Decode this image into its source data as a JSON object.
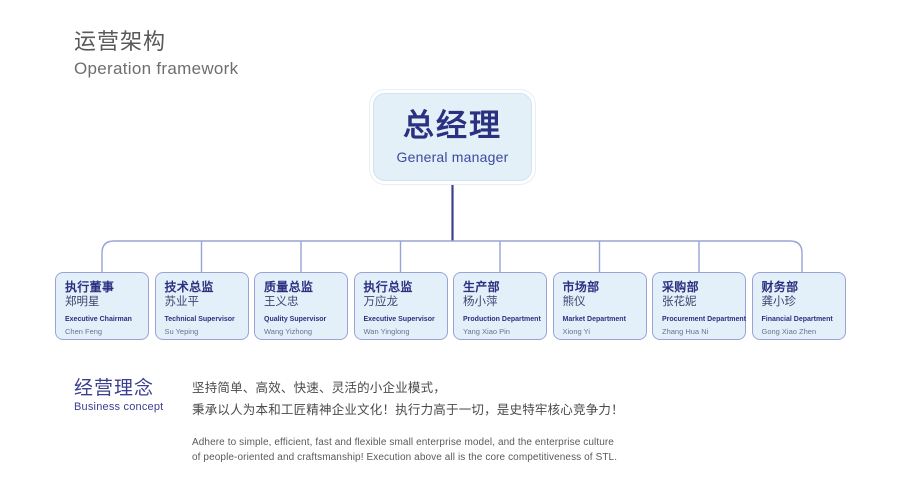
{
  "header": {
    "title_zh": "运营架构",
    "title_en": "Operation framework"
  },
  "root": {
    "title_zh": "总经理",
    "title_en": "General manager"
  },
  "departments": [
    {
      "title_zh": "执行董事",
      "name_zh": "郑明星",
      "title_en": "Executive Chairman",
      "name_en": "Chen Feng"
    },
    {
      "title_zh": "技术总监",
      "name_zh": "苏业平",
      "title_en": "Technical Supervisor",
      "name_en": "Su Yeping"
    },
    {
      "title_zh": "质量总监",
      "name_zh": "王义忠",
      "title_en": "Quality Supervisor",
      "name_en": "Wang Yizhong"
    },
    {
      "title_zh": "执行总监",
      "name_zh": "万应龙",
      "title_en": "Executive Supervisor",
      "name_en": "Wan Yinglong"
    },
    {
      "title_zh": "生产部",
      "name_zh": "杨小萍",
      "title_en": "Production Department",
      "name_en": "Yang Xiao Pin"
    },
    {
      "title_zh": "市场部",
      "name_zh": "熊仪",
      "title_en": "Market Department",
      "name_en": "Xiong Yi"
    },
    {
      "title_zh": "采购部",
      "name_zh": "张花妮",
      "title_en": "Procurement Department",
      "name_en": "Zhang Hua Ni"
    },
    {
      "title_zh": "财务部",
      "name_zh": "龚小珍",
      "title_en": "Financial Department",
      "name_en": "Gong Xiao Zhen"
    }
  ],
  "concept": {
    "label_zh": "经营理念",
    "label_en": "Business concept",
    "zh_line_1": "坚持简单、高效、快速、灵活的小企业模式，",
    "zh_line_2": "秉承以人为本和工匠精神企业文化！执行力高于一切，是史特牢核心竞争力！",
    "en_line_1": "Adhere to simple, efficient, fast and flexible small enterprise model, and the enterprise culture",
    "en_line_2": "of people-oriented and craftsmanship! Execution above all is the core competitiveness of STL."
  },
  "colors": {
    "node_fill": "#e4f0f9",
    "node_border": "#9aa3d6",
    "accent_navy": "#2b3180",
    "connector_light": "#9aa3d6",
    "connector_dark": "#3b3f8f",
    "heading_gray": "#58595b"
  }
}
